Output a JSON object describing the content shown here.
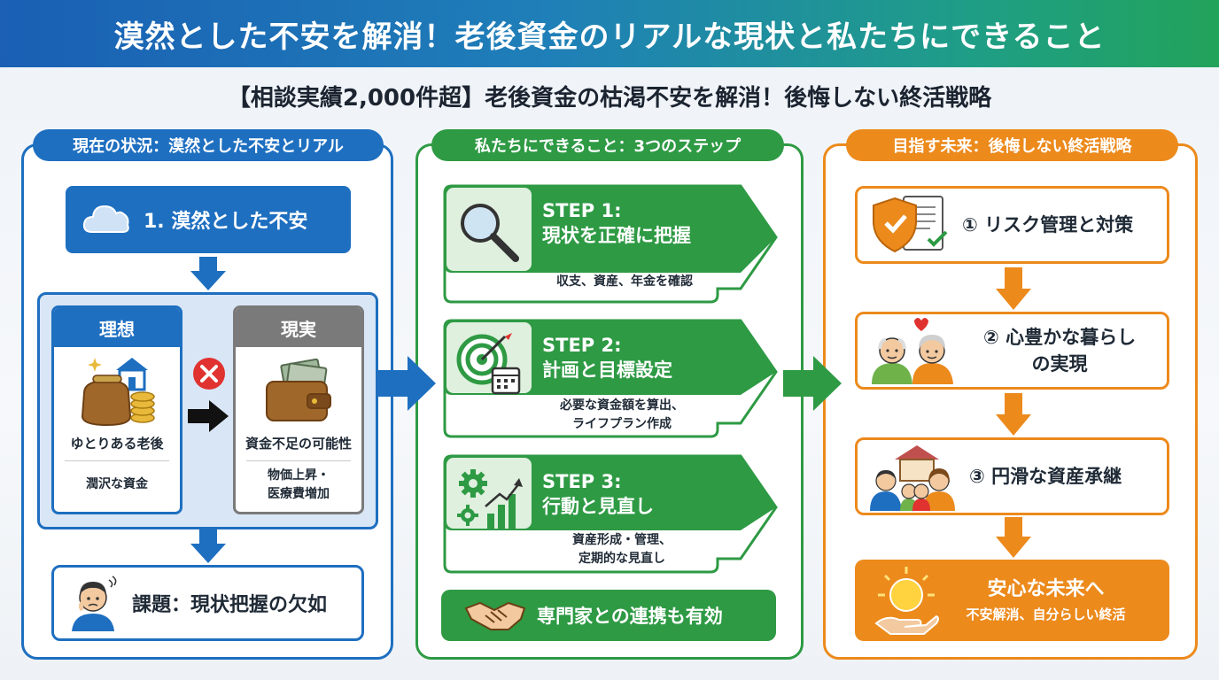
{
  "header": {
    "title": "漠然とした不安を解消！老後資金のリアルな現状と私たちにできること",
    "subtitle": "【相談実績2,000件超】老後資金の枯渇不安を解消！後悔しない終活戦略"
  },
  "left": {
    "tab": "現在の状況：漠然とした不安とリアル",
    "anxiety": "1. 漠然とした不安",
    "ideal": {
      "head": "理想",
      "main": "ゆとりある老後",
      "sub": "潤沢な資金"
    },
    "real": {
      "head": "現実",
      "main": "資金不足の可能性",
      "sub1": "物価上昇・",
      "sub2": "医療費増加"
    },
    "issue": "課題：現状把握の欠如"
  },
  "middle": {
    "tab": "私たちにできること：3つのステップ",
    "steps": [
      {
        "title1": "STEP 1:",
        "title2": "現状を正確に把握",
        "desc1": "収支、資産、年金を確認",
        "desc2": ""
      },
      {
        "title1": "STEP 2:",
        "title2": "計画と目標設定",
        "desc1": "必要な資金額を算出、",
        "desc2": "ライフプラン作成"
      },
      {
        "title1": "STEP 3:",
        "title2": "行動と見直し",
        "desc1": "資産形成・管理、",
        "desc2": "定期的な見直し"
      }
    ],
    "partner": "専門家との連携も有効"
  },
  "right": {
    "tab": "目指す未来：後悔しない終活戦略",
    "goals": [
      {
        "line1": "① リスク管理と対策",
        "line2": ""
      },
      {
        "line1": "② 心豊かな暮らし",
        "line2": "の実現"
      },
      {
        "line1": "③ 円滑な資産承継",
        "line2": ""
      }
    ],
    "future": {
      "title": "安心な未来へ",
      "sub": "不安解消、自分らしい終活"
    }
  },
  "colors": {
    "blue": "#1e6fc0",
    "green": "#2e9a44",
    "orange": "#ec8a1c",
    "gray": "#7a7a7a",
    "red": "#e0322f"
  },
  "icons": [
    "cloud-icon",
    "house-icon",
    "coin-purse-icon",
    "wallet-icon",
    "cross-mark-icon",
    "worried-person-icon",
    "magnifier-icon",
    "target-icon",
    "gear-chart-icon",
    "handshake-icon",
    "shield-document-icon",
    "elderly-couple-icon",
    "family-house-icon",
    "sun-hand-icon"
  ]
}
